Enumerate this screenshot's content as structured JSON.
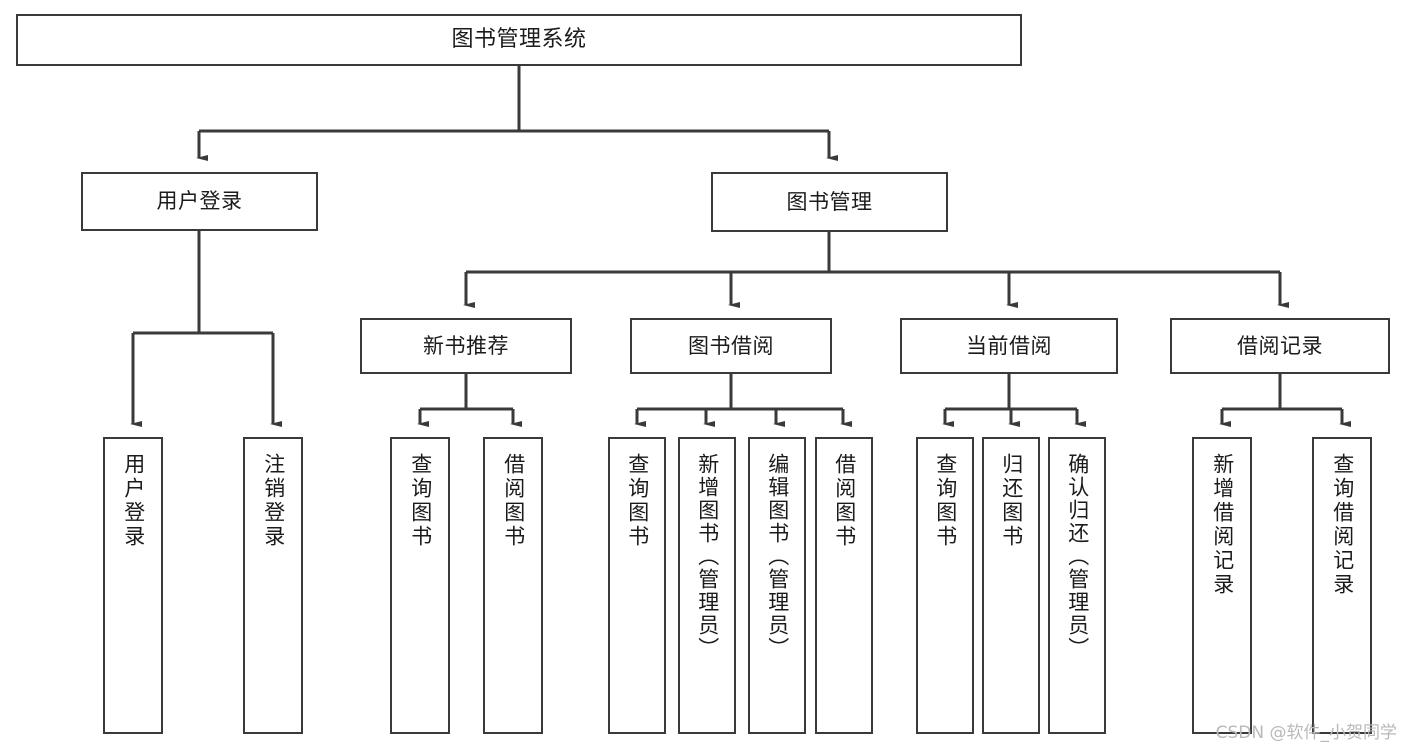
{
  "diagram": {
    "title": "图书管理系统",
    "watermark": "CSDN @软件_小贺同学",
    "colors": {
      "box_border": "#3a3a3a",
      "box_fill": "#ffffff",
      "connector": "#3a3a3a",
      "text": "#1b1b1b",
      "watermark": "#b9b9b9",
      "background": "#ffffff"
    },
    "root": {
      "label": "图书管理系统"
    },
    "level2": [
      {
        "label": "用户登录"
      },
      {
        "label": "图书管理"
      }
    ],
    "level3": [
      {
        "label": "新书推荐"
      },
      {
        "label": "图书借阅"
      },
      {
        "label": "当前借阅"
      },
      {
        "label": "借阅记录"
      }
    ],
    "leaves": {
      "user_login": [
        {
          "label": "用户登录"
        },
        {
          "label": "注销登录"
        }
      ],
      "new_book_recommend": [
        {
          "label": "查询图书"
        },
        {
          "label": "借阅图书"
        }
      ],
      "book_borrow": [
        {
          "label": "查询图书"
        },
        {
          "label": "新增图书（管理员）"
        },
        {
          "label": "编辑图书（管理员）"
        },
        {
          "label": "借阅图书"
        }
      ],
      "current_borrow": [
        {
          "label": "查询图书"
        },
        {
          "label": "归还图书"
        },
        {
          "label": "确认归还（管理员）"
        }
      ],
      "borrow_record": [
        {
          "label": "新增借阅记录"
        },
        {
          "label": "查询借阅记录"
        }
      ]
    }
  }
}
